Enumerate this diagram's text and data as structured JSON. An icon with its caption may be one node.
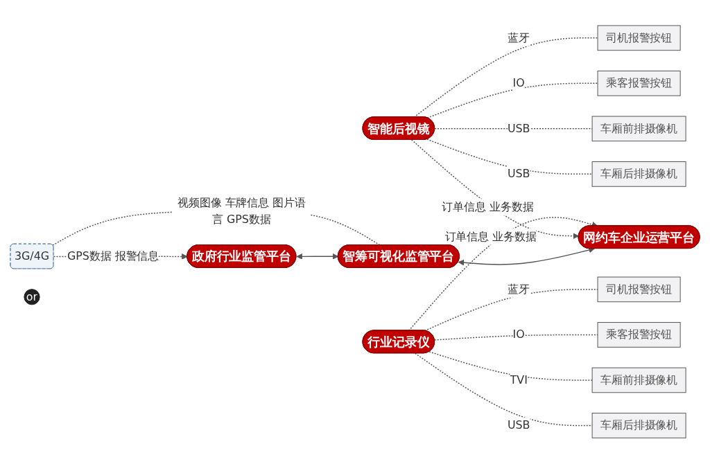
{
  "diagram": {
    "nodes": [
      {
        "text": [
          "政府行业监管平台"
        ]
      },
      {
        "text": [
          "智筹可视化监管平台"
        ]
      },
      {
        "text": [
          "网约车企业运营平台"
        ]
      },
      {
        "text": [
          "3G/4G"
        ]
      },
      {
        "text": [
          "智能后视镜"
        ]
      },
      {
        "text": [
          "司机报警按钮"
        ]
      },
      {
        "text": [
          "乘客报警按钮"
        ]
      },
      {
        "text": [
          "车厢前排摄像机"
        ]
      },
      {
        "text": [
          "车厢后排摄像机"
        ]
      },
      {
        "text": [
          "or"
        ]
      },
      {
        "text": [
          "司机报警按钮"
        ]
      },
      {
        "text": [
          "乘客报警按钮"
        ]
      },
      {
        "text": [
          "车厢前排摄像机"
        ]
      },
      {
        "text": [
          "车厢后排摄像机"
        ]
      },
      {
        "text": [
          "行业记录仪"
        ]
      }
    ],
    "edges": [
      {
        "from": 0,
        "to": 1,
        "arrow": "both"
      },
      {
        "from": 1,
        "to": 2,
        "arrow": "both"
      },
      {
        "from": 3,
        "to": 0,
        "label": "GPS数据 报警信息",
        "arrow": "to",
        "style": "dashed"
      },
      {
        "from": 3,
        "to": 1,
        "label": "视频图像 车牌信息 图片语言 GPS数据",
        "arrow": "none",
        "style": "dashed"
      },
      {
        "from": 4,
        "to": 5,
        "label": "蓝牙",
        "arrow": "none",
        "style": "dashed"
      },
      {
        "from": 4,
        "to": 6,
        "label": "IO",
        "arrow": "none",
        "style": "dashed"
      },
      {
        "from": 4,
        "to": 7,
        "label": "USB",
        "arrow": "none",
        "style": "dashed"
      },
      {
        "from": 4,
        "to": 8,
        "label": "USB",
        "arrow": "none",
        "style": "dashed"
      },
      {
        "from": 14,
        "to": 10,
        "label": "蓝牙",
        "arrow": "none",
        "style": "dashed"
      },
      {
        "from": 14,
        "to": 11,
        "label": "IO",
        "arrow": "none",
        "style": "dashed"
      },
      {
        "from": 14,
        "to": 12,
        "label": "TVI",
        "arrow": "none",
        "style": "dashed"
      },
      {
        "from": 14,
        "to": 13,
        "label": "USB",
        "arrow": "none",
        "style": "dashed"
      },
      {
        "from": 4,
        "to": 2,
        "label": "订单信息 业务数据",
        "arrow": "to",
        "style": "dashed"
      },
      {
        "from": 14,
        "to": 2,
        "label": "订单信息 业务数据",
        "arrow": "to",
        "style": "dashed"
      }
    ]
  }
}
